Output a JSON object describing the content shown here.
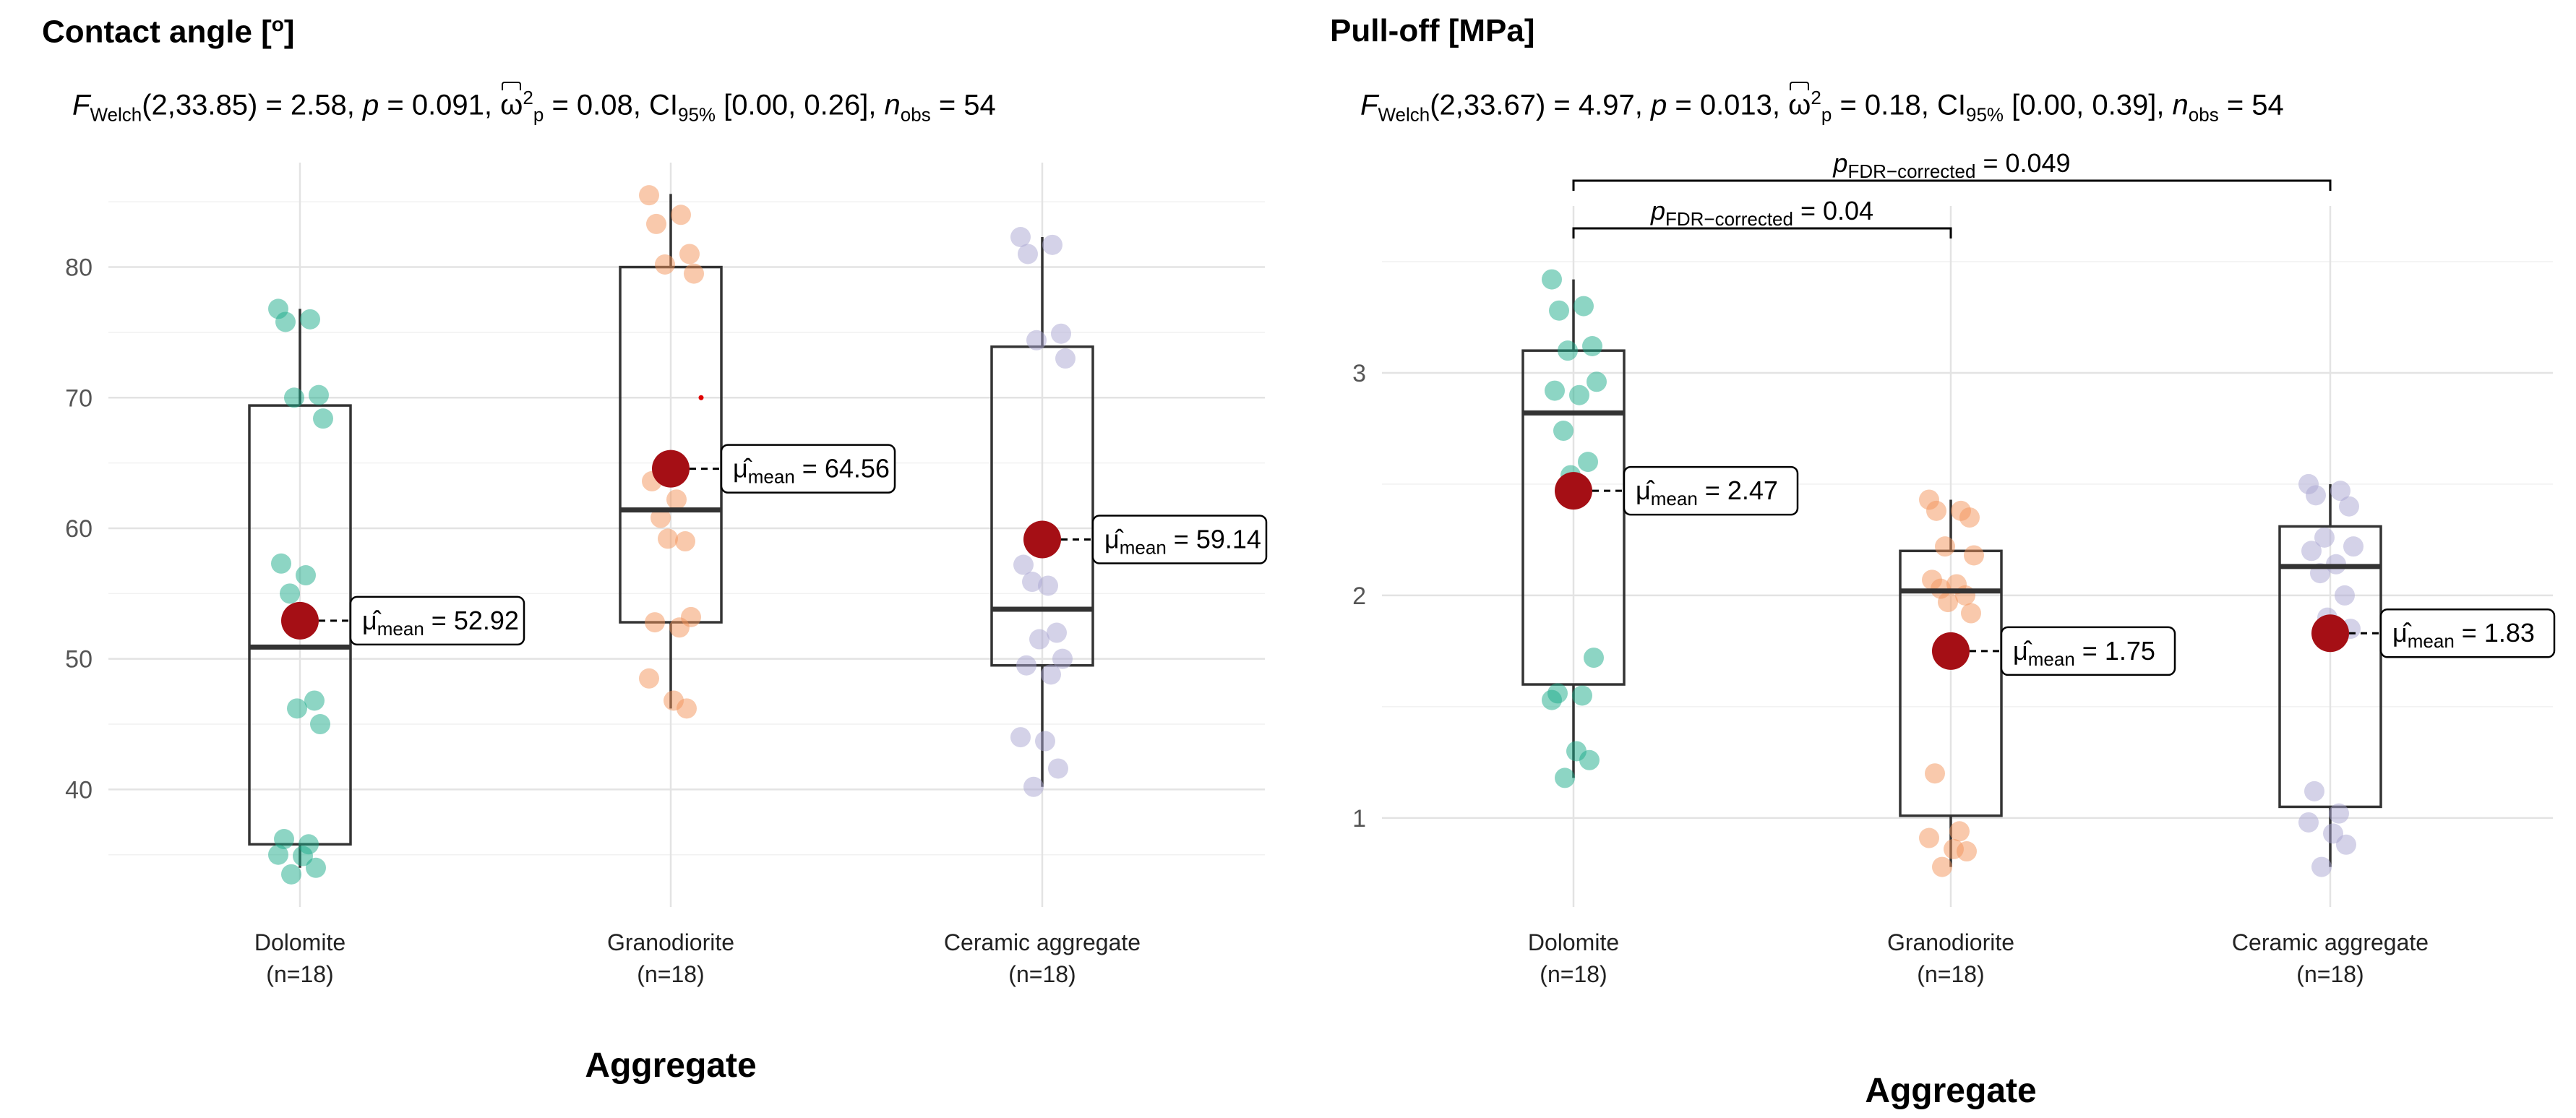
{
  "chart_data": [
    {
      "type": "box",
      "title": "Contact angle [o]",
      "title_main": "Contact angle [",
      "title_unit": "o",
      "title_close": "]",
      "subtitle": {
        "f_label": "F",
        "f_sub": "Welch",
        "f_df": "(2,33.85) = 2.58, ",
        "p_label": "p",
        "p_val": " = 0.091, ",
        "omega_label": "ω",
        "omega_sup": "2",
        "omega_sub": "p",
        "omega_val": " = 0.08, CI",
        "ci_sub": "95%",
        "ci_val": " [0.00, 0.26], ",
        "n_label": "n",
        "n_sub": "obs",
        "n_val": " = 54"
      },
      "xlabel": "Aggregate",
      "ylabel": "",
      "ylim": [
        31,
        88
      ],
      "yticks": [
        40,
        50,
        60,
        70,
        80
      ],
      "categories": [
        "Dolomite",
        "Granodiorite",
        "Ceramic aggregate"
      ],
      "category_n": [
        "(n=18)",
        "(n=18)",
        "(n=18)"
      ],
      "colors": [
        "#1bab8a",
        "#f4935a",
        "#a9a5d1"
      ],
      "mean_color": "#a50f15",
      "boxes": [
        {
          "q1": 35.8,
          "median": 50.9,
          "q3": 69.4,
          "whisker_low": 34.0,
          "whisker_high": 76.8
        },
        {
          "q1": 52.8,
          "median": 61.4,
          "q3": 80.0,
          "whisker_low": 46.2,
          "whisker_high": 85.6
        },
        {
          "q1": 49.5,
          "median": 53.8,
          "q3": 73.9,
          "whisker_low": 40.2,
          "whisker_high": 82.3
        }
      ],
      "means": [
        52.92,
        64.56,
        59.14
      ],
      "mean_labels": [
        "52.92",
        "64.56",
        "59.14"
      ],
      "mean_symbol": "μ̂",
      "mean_sub": "mean",
      "points": [
        [
          76.8,
          76.0,
          75.8,
          70.2,
          70.0,
          68.4,
          57.3,
          56.4,
          55.0,
          46.8,
          46.2,
          45.0,
          36.2,
          35.8,
          35.0,
          34.9,
          34.0,
          33.5
        ],
        [
          85.5,
          84.0,
          83.3,
          81.0,
          80.2,
          79.5,
          63.6,
          62.2,
          60.8,
          59.0,
          59.2,
          53.2,
          52.8,
          52.4,
          48.5,
          46.8,
          46.2,
          70.0
        ],
        [
          82.3,
          81.7,
          81.0,
          74.9,
          74.4,
          73.0,
          57.2,
          55.6,
          55.9,
          52.0,
          51.5,
          50.0,
          49.5,
          48.8,
          44.0,
          43.7,
          41.6,
          40.2
        ]
      ],
      "outliers": [
        {
          "group": 1,
          "value": 70.0
        }
      ],
      "significance": []
    },
    {
      "type": "box",
      "title": "Pull-off [MPa]",
      "subtitle": {
        "f_label": "F",
        "f_sub": "Welch",
        "f_df": "(2,33.67) = 4.97, ",
        "p_label": "p",
        "p_val": " = 0.013, ",
        "omega_label": "ω",
        "omega_sup": "2",
        "omega_sub": "p",
        "omega_val": " = 0.18, CI",
        "ci_sub": "95%",
        "ci_val": " [0.00, 0.39], ",
        "n_label": "n",
        "n_sub": "obs",
        "n_val": " = 54"
      },
      "xlabel": "Aggregate",
      "ylabel": "",
      "ylim": [
        0.6,
        3.75
      ],
      "yticks": [
        1,
        2,
        3
      ],
      "categories": [
        "Dolomite",
        "Granodiorite",
        "Ceramic aggregate"
      ],
      "category_n": [
        "(n=18)",
        "(n=18)",
        "(n=18)"
      ],
      "colors": [
        "#1bab8a",
        "#f4935a",
        "#a9a5d1"
      ],
      "mean_color": "#a50f15",
      "boxes": [
        {
          "q1": 1.6,
          "median": 2.82,
          "q3": 3.1,
          "whisker_low": 1.18,
          "whisker_high": 3.42
        },
        {
          "q1": 1.01,
          "median": 2.02,
          "q3": 2.2,
          "whisker_low": 0.78,
          "whisker_high": 2.43
        },
        {
          "q1": 1.05,
          "median": 2.13,
          "q3": 2.31,
          "whisker_low": 0.78,
          "whisker_high": 2.5
        }
      ],
      "means": [
        2.47,
        1.75,
        1.83
      ],
      "mean_labels": [
        "2.47",
        "1.75",
        "1.83"
      ],
      "mean_symbol": "μ̂",
      "mean_sub": "mean",
      "points": [
        [
          3.42,
          3.3,
          3.28,
          3.12,
          3.1,
          2.96,
          2.92,
          2.9,
          2.74,
          2.6,
          2.54,
          1.72,
          1.56,
          1.55,
          1.53,
          1.3,
          1.26,
          1.18
        ],
        [
          2.43,
          2.38,
          2.38,
          2.35,
          2.22,
          2.18,
          2.07,
          2.05,
          2.03,
          2.0,
          1.97,
          1.92,
          1.2,
          0.94,
          0.91,
          0.86,
          0.85,
          0.78
        ],
        [
          2.5,
          2.47,
          2.45,
          2.4,
          2.26,
          2.22,
          2.2,
          2.14,
          2.1,
          2.0,
          1.9,
          1.85,
          1.12,
          1.02,
          0.98,
          0.93,
          0.88,
          0.78
        ]
      ],
      "outliers": [],
      "significance": [
        {
          "from": 0,
          "to": 1,
          "label_p": "p",
          "label_sub": "FDR−corrected",
          "label_val": " = 0.04"
        },
        {
          "from": 0,
          "to": 2,
          "label_p": "p",
          "label_sub": "FDR−corrected",
          "label_val": " = 0.049"
        }
      ]
    }
  ]
}
